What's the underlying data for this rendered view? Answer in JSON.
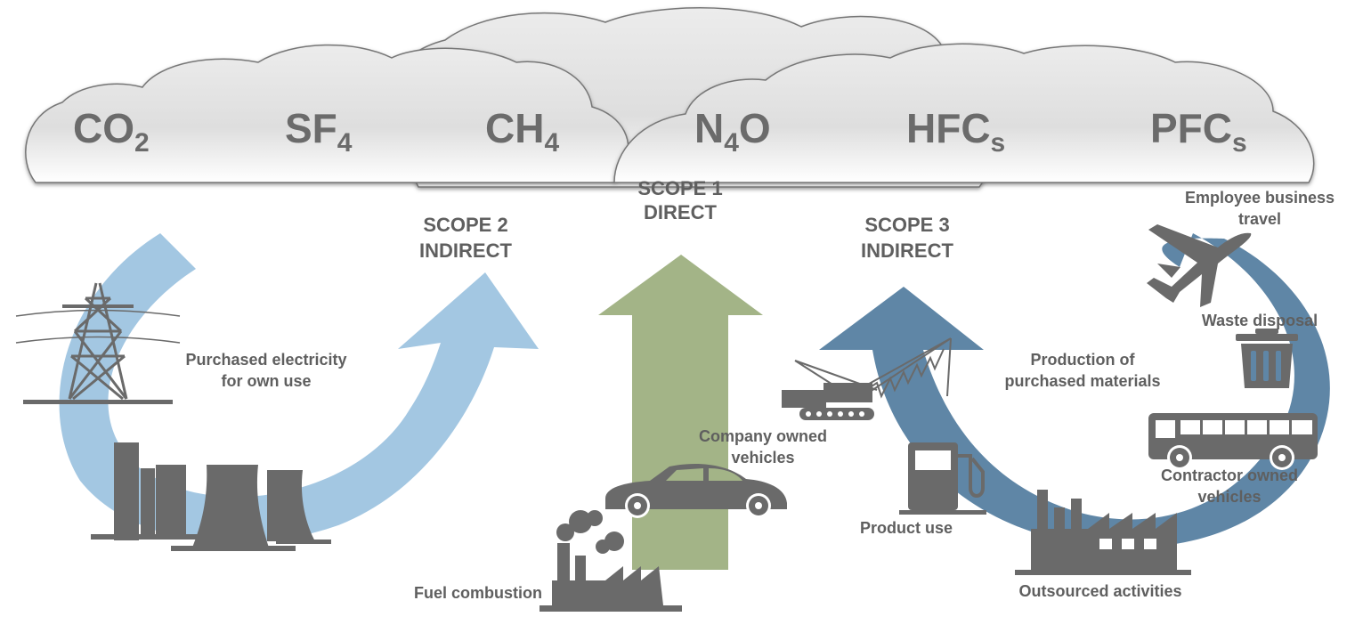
{
  "gases": [
    {
      "base": "CO",
      "sub": "2"
    },
    {
      "base": "SF",
      "sub": "4"
    },
    {
      "base": "CH",
      "sub": "4"
    },
    {
      "base": "N",
      "sub": "4",
      "after": "O"
    },
    {
      "base": "HFC",
      "sub": "s"
    },
    {
      "base": "PFC",
      "sub": "s"
    }
  ],
  "scopes": {
    "scope1": {
      "title": "SCOPE 1",
      "subtitle": "DIRECT"
    },
    "scope2": {
      "title": "SCOPE 2",
      "subtitle": "INDIRECT"
    },
    "scope3": {
      "title": "SCOPE 3",
      "subtitle": "INDIRECT"
    }
  },
  "labels": {
    "purchased_electricity": [
      "Purchased electricity",
      "for own use"
    ],
    "company_vehicles": [
      "Company owned",
      "vehicles"
    ],
    "fuel_combustion": "Fuel combustion",
    "product_use": "Product use",
    "production_materials": [
      "Production of",
      "purchased materials"
    ],
    "employee_travel": [
      "Employee business",
      "travel"
    ],
    "waste_disposal": "Waste disposal",
    "contractor_vehicles": [
      "Contractor owned",
      "vehicles"
    ],
    "outsourced_activities": "Outsourced activities"
  },
  "colors": {
    "scope2_arrow": "#a3c7e2",
    "scope1_arrow": "#a3b487",
    "scope3_arrow": "#5f86a6",
    "icon": "#6a6a6a",
    "text": "#5f5f5f"
  },
  "icons": [
    "power-pylon-icon",
    "power-plant-icon",
    "factory-icon",
    "car-icon",
    "crane-icon",
    "fuel-pump-icon",
    "airplane-icon",
    "trash-bin-icon",
    "bus-icon"
  ]
}
